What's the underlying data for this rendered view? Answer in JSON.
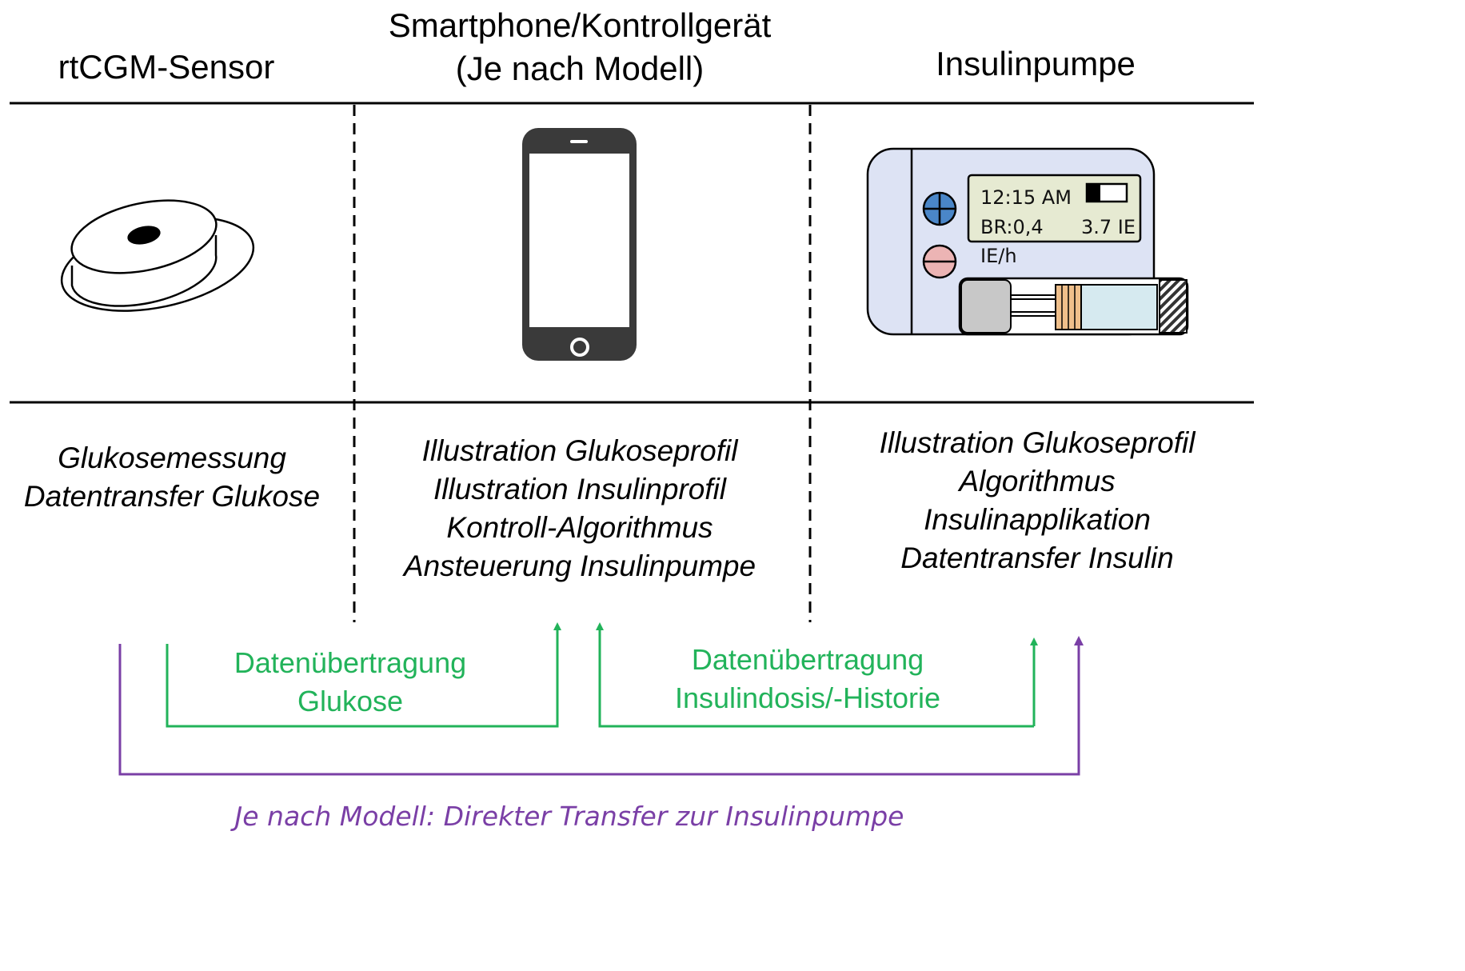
{
  "columns": {
    "sensor": {
      "header": [
        "rtCGM-Sensor"
      ],
      "functions": [
        "Glukosemessung",
        "Datentransfer Glukose"
      ]
    },
    "controller": {
      "header": [
        "Smartphone/Kontrollgerät",
        "(Je nach Modell)"
      ],
      "functions": [
        "Illustration Glukoseprofil",
        "Illustration Insulinprofil",
        "Kontroll-Algorithmus",
        "Ansteuerung Insulinpumpe"
      ]
    },
    "pump": {
      "header": [
        "Insulinpumpe"
      ],
      "functions": [
        "Illustration Glukoseprofil",
        "Algorithmus",
        "Insulinapplikation",
        "Datentransfer Insulin"
      ]
    }
  },
  "pump_display": {
    "time": "12:15 AM",
    "basal_rate": "BR:0,4",
    "units": "3.7 IE",
    "basal_unit": "IE/h"
  },
  "flows": {
    "glucose": {
      "lines": [
        "Datenübertragung",
        "Glukose"
      ]
    },
    "insulin": {
      "lines": [
        "Datenübertragung",
        "Insulindosis/-Historie"
      ]
    },
    "direct": {
      "label": "Je nach Modell: Direkter Transfer zur Insulinpumpe"
    }
  },
  "colors": {
    "green": "#22b35a",
    "purple": "#7a3fa6",
    "pump_body": "#dde3f4",
    "lcd_background": "#e6ead2",
    "plus_button": "#4a86c8",
    "minus_button": "#ecb4b4",
    "phone": "#3a3a3a",
    "plunger": "#efbf8b",
    "vial": "#d6eaf0"
  },
  "icons": [
    "sensor-icon",
    "smartphone-icon",
    "insulin-pump-icon",
    "plus-icon",
    "minus-icon",
    "battery-icon"
  ]
}
